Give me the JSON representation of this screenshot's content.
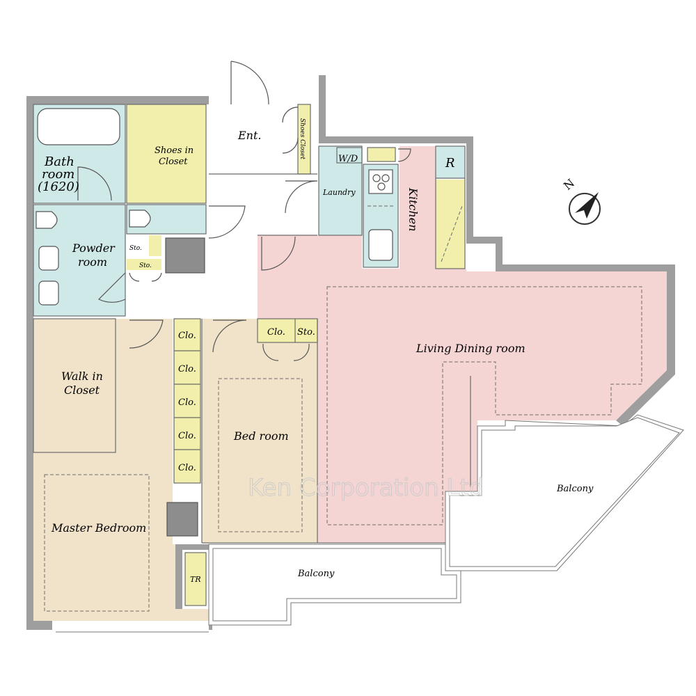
{
  "colors": {
    "wet_area": "#cfe9e9",
    "storage": "#f1efab",
    "bedroom": "#f1e3c9",
    "living": "#f5d4d4",
    "wall": "#9e9e9e",
    "white": "#ffffff"
  },
  "labels": {
    "bath_line1": "Bath",
    "bath_line2": "room",
    "bath_size": "(1620)",
    "shoes_in_closet_1": "Shoes in",
    "shoes_in_closet_2": "Closet",
    "entrance": "Ent.",
    "shoes_closet": "Shoes Closet",
    "wd": "W/D",
    "laundry": "Laundry",
    "kitchen": "Kitchen",
    "refrigerator": "R",
    "powder_1": "Powder",
    "powder_2": "room",
    "storage": "Sto.",
    "closet": "Clo.",
    "walk_in_1": "Walk in",
    "walk_in_2": "Closet",
    "master_bedroom": "Master Bedroom",
    "bed_room": "Bed room",
    "living_dining": "Living Dining room",
    "balcony": "Balcony",
    "trunk_room": "TR",
    "north": "N"
  },
  "watermark": "Ken Corporation Ltd"
}
